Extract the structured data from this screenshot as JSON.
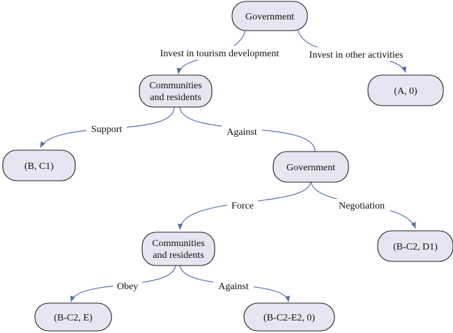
{
  "nodes": {
    "government_root": {
      "lines": [
        "Government"
      ]
    },
    "communities_1": {
      "lines": [
        "Communities",
        "and residents"
      ]
    },
    "outcome_a0": {
      "lines": [
        "(A, 0)"
      ]
    },
    "outcome_bc1": {
      "lines": [
        "(B, C1)"
      ]
    },
    "government_2": {
      "lines": [
        "Government"
      ]
    },
    "communities_2": {
      "lines": [
        "Communities",
        "and residents"
      ]
    },
    "outcome_bc2d1": {
      "lines": [
        "(B-C2, D1)"
      ]
    },
    "outcome_bc2e": {
      "lines": [
        "(B-C2, E)"
      ]
    },
    "outcome_bc2e20": {
      "lines": [
        "(B-C2-E2, 0)"
      ]
    }
  },
  "edges": {
    "invest_tourism": "Invest in tourism development",
    "invest_other": "Invest in other activities",
    "support": "Support",
    "against_1": "Against",
    "force": "Force",
    "negotiation": "Negotiation",
    "obey": "Obey",
    "against_2": "Against"
  },
  "colors": {
    "node_fill": "#e6e6f2",
    "node_border": "#1f1f1f",
    "edge": "#5b6fa8"
  }
}
